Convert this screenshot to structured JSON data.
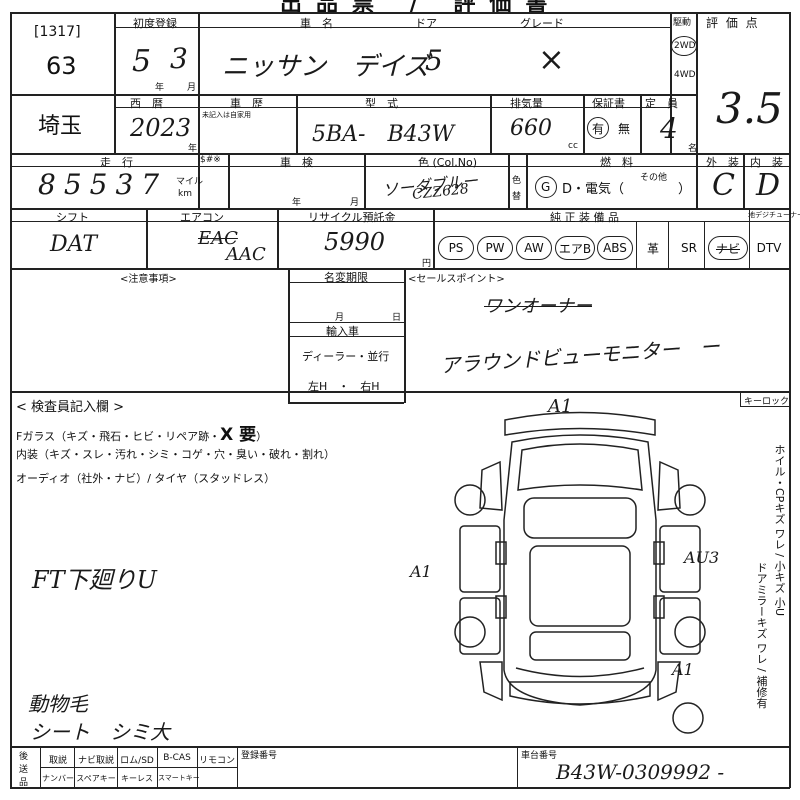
{
  "top_cut": "出品票 / 評価書",
  "lot": {
    "code": "[1317]",
    "number": "63"
  },
  "first_reg": {
    "label": "初度登録",
    "year": "5",
    "month": "3",
    "unit_year": "年",
    "unit_month": "月"
  },
  "car_name": {
    "label": "車　名",
    "value": "ニッサン　デイズ"
  },
  "doors": {
    "label": "ドア",
    "value": "5"
  },
  "grade": {
    "label": "グレード",
    "value": "×"
  },
  "drive": {
    "label": "駆動",
    "option_2wd": "2WD",
    "option_4wd": "4WD",
    "selected": "2WD"
  },
  "score": {
    "label": "評 価 点",
    "value": "3.5"
  },
  "prefecture": {
    "value": "埼玉"
  },
  "model_year": {
    "label": "西　暦",
    "value": "2023",
    "unit": "年"
  },
  "history": {
    "label": "車　歴",
    "note": "未記入は自家用"
  },
  "model_code": {
    "label": "型　式",
    "value": "5BA-　B43W"
  },
  "displacement": {
    "label": "排気量",
    "value": "660",
    "unit": "cc"
  },
  "warranty": {
    "label": "保証書",
    "yes": "有",
    "no": "無",
    "selected": "有"
  },
  "capacity": {
    "label": "定　員",
    "value": "4",
    "unit": "名"
  },
  "mileage": {
    "label": "走　行",
    "value": "85537",
    "unit_mile": "マイル",
    "unit_km": "km"
  },
  "tax": {
    "label": "$#※"
  },
  "inspection": {
    "label": "車　検",
    "unit_year": "年",
    "unit_month": "月"
  },
  "color": {
    "label": "色 (Col.No)",
    "value": "ソーダブルー",
    "code": "CZZ628",
    "change_label_1": "色",
    "change_label_2": "替"
  },
  "fuel": {
    "label": "燃　料",
    "g": "G",
    "d": "D・電気（",
    "other": "その他",
    "close": "）",
    "selected": "G"
  },
  "exterior": {
    "label": "外　装",
    "value": "C"
  },
  "interior": {
    "label": "内　装",
    "value": "D"
  },
  "shift": {
    "label": "シフト",
    "value": "DAT"
  },
  "aircon": {
    "label": "エアコン",
    "value": "AAC",
    "struck": "EAC"
  },
  "recycle": {
    "label": "リサイクル預託金",
    "value": "5990",
    "unit": "円"
  },
  "equipment": {
    "label": "純 正 装 備 品",
    "tuner_label": "地デジチューナー",
    "items": [
      "PS",
      "PW",
      "AW",
      "エアB",
      "ABS",
      "革",
      "SR",
      "ナビ",
      "DTV"
    ]
  },
  "notes": {
    "label": "<注意事項>"
  },
  "name_change": {
    "label": "名変期限",
    "month": "月",
    "day": "日"
  },
  "import": {
    "label": "輸入車",
    "dealer": "ディーラー・並行",
    "handle": "左H　・　右H"
  },
  "sales_point": {
    "label": "<セールスポイント>",
    "struck": "ワンオーナー",
    "value": "アラウンドビューモニター　ー"
  },
  "inspector": {
    "label": "< 検査員記入欄 >",
    "line1": "Fガラス（キズ・飛石・ヒビ・リペア跡・",
    "line1_mark": "X 要",
    "line1_end": "）",
    "line2": "内装（キズ・スレ・汚れ・シミ・コゲ・穴・臭い・破れ・割れ）",
    "line3": "オーディオ（社外・ナビ）/ タイヤ（スタッドレス）",
    "note1": "FT下廻りU",
    "note2a": "動物毛",
    "note2b": "シート　シミ大"
  },
  "diagram": {
    "marks": [
      {
        "text": "A1",
        "where": "top"
      },
      {
        "text": "A1",
        "where": "left"
      },
      {
        "text": "AU3",
        "where": "right"
      },
      {
        "text": "A1",
        "where": "bottom-right"
      }
    ]
  },
  "keyless": {
    "label": "キーロック"
  },
  "side_text": {
    "col1": "ホイル・CPキズ ワレ / 小キズ 小U",
    "col2": "ドアミラーキズ ワレ / 補修有"
  },
  "bottom": {
    "label_top": "後",
    "label_mid": "送",
    "label_bot": "品",
    "row1": [
      "取説",
      "ナビ取説",
      "ロム/SD",
      "B-CAS",
      "リモコン"
    ],
    "row2": [
      "ナンバー",
      "スペアキー",
      "キーレス",
      "スマートキー"
    ],
    "reg_label": "登録番号",
    "chassis_label": "車台番号",
    "chassis_value": "B43W-0309992 -"
  }
}
